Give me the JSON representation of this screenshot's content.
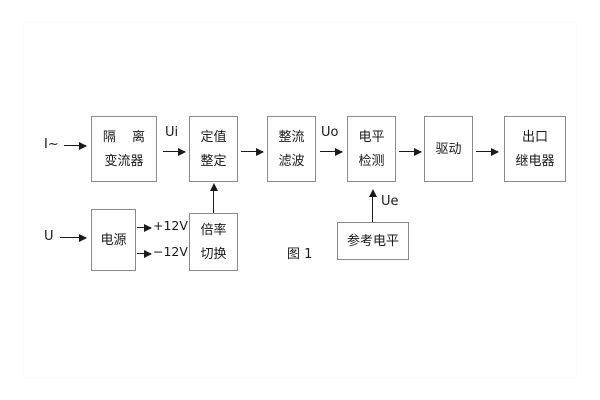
{
  "figure": {
    "caption": "图 1",
    "background_color": "#ffffff",
    "line_color": "#1a1a1a",
    "block_border_color": "#8a8a8a"
  },
  "inputs": {
    "current_input": "I~",
    "voltage_input": "U"
  },
  "signal_labels": {
    "ui": "Ui",
    "uo": "Uo",
    "ue": "Ue"
  },
  "power_rails": {
    "positive": "+12V",
    "negative": "−12V"
  },
  "main_chain": [
    {
      "id": "isolation",
      "line1": "隔 离",
      "line2": "变流器"
    },
    {
      "id": "setting",
      "line1": "定值",
      "line2": "整定"
    },
    {
      "id": "rectify",
      "line1": "整流",
      "line2": "滤波"
    },
    {
      "id": "level-detect",
      "line1": "电平",
      "line2": "检测"
    },
    {
      "id": "drive",
      "line1": "驱动",
      "line2": ""
    },
    {
      "id": "output-relay",
      "line1": "出口",
      "line2": "继电器"
    }
  ],
  "aux_blocks": [
    {
      "id": "power-supply",
      "line1": "电源",
      "line2": ""
    },
    {
      "id": "multiplier-switch",
      "line1": "倍率",
      "line2": "切换"
    },
    {
      "id": "reference-level",
      "line1": "参考电平",
      "line2": ""
    }
  ]
}
